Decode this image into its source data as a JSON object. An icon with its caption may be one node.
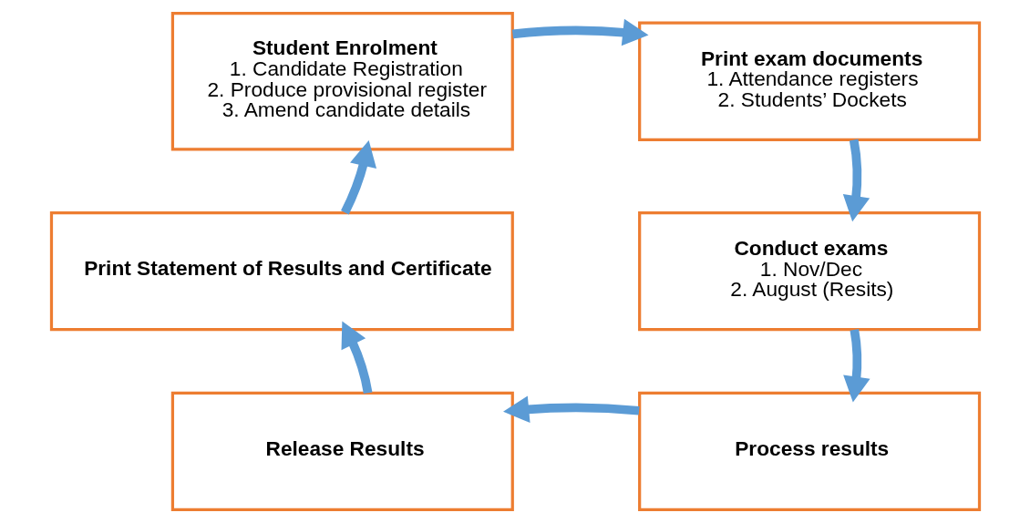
{
  "diagram": {
    "nodes": [
      {
        "text": [
          "Student Enrolment",
          "1. Candidate Registration",
          "2. Produce provisional register",
          "3. Amend candidate details"
        ]
      },
      {
        "text": [
          "Print exam documents",
          "1. Attendance registers",
          "2. Students’ Dockets"
        ]
      },
      {
        "text": [
          "Conduct exams",
          "1. Nov/Dec",
          "2. August (Resits)"
        ]
      },
      {
        "text": [
          "Process results"
        ]
      },
      {
        "text": [
          "Release Results"
        ]
      },
      {
        "text": [
          "Print Statement of Results and Certificate"
        ]
      }
    ],
    "edges": [
      {
        "from": 0,
        "to": 1,
        "arrow": "to"
      },
      {
        "from": 1,
        "to": 2,
        "arrow": "to"
      },
      {
        "from": 2,
        "to": 3,
        "arrow": "to"
      },
      {
        "from": 3,
        "to": 4,
        "arrow": "to"
      },
      {
        "from": 4,
        "to": 5,
        "arrow": "to"
      },
      {
        "from": 5,
        "to": 0,
        "arrow": "to"
      }
    ]
  }
}
